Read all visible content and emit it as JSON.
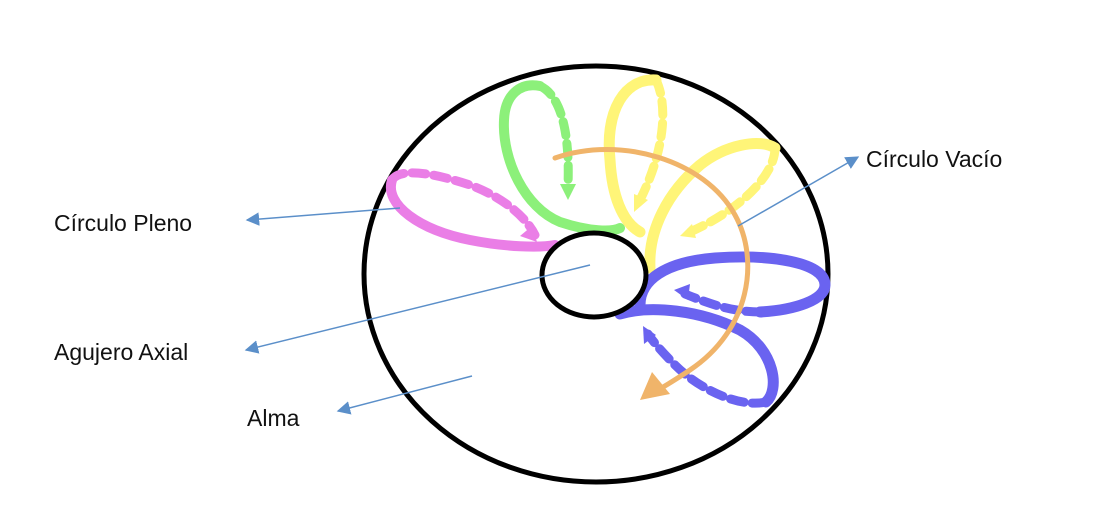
{
  "labels": {
    "circulo_pleno": "Círculo Pleno",
    "circulo_vacio": "Círculo Vacío",
    "agujero_axial": "Agujero Axial",
    "alma": "Alma"
  },
  "colors": {
    "outline": "#000000",
    "green": "#8cf07a",
    "yellow": "#fff578",
    "magenta": "#ea7ee6",
    "blue": "#6a63f0",
    "orange": "#f0b46a",
    "leader": "#5b8fc9"
  }
}
